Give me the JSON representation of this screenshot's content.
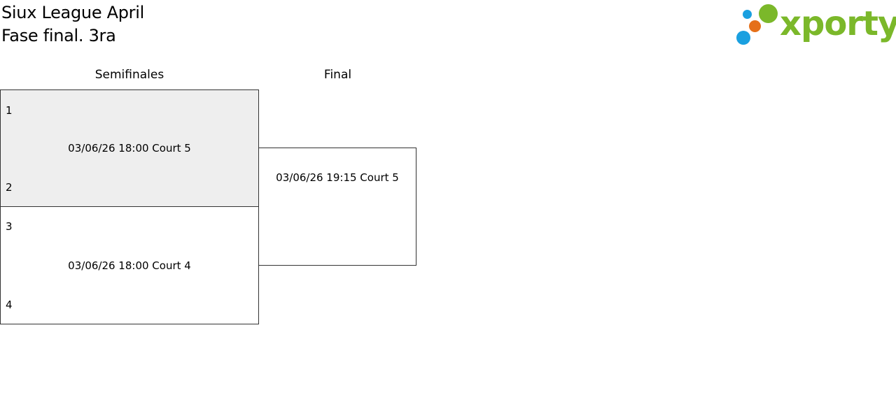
{
  "header": {
    "title_line1": "Siux League April",
    "title_line2": "Fase final. 3ra"
  },
  "logo": {
    "text": "xporty",
    "colors": {
      "text": "#7bb82a",
      "dot_green": "#7bb82a",
      "dot_orange": "#e5701a",
      "dot_blue": "#1aa0e0"
    }
  },
  "rounds": [
    {
      "label": "Semifinales"
    },
    {
      "label": "Final"
    }
  ],
  "matches": {
    "semi1": {
      "team_top": "1",
      "team_bottom": "2",
      "info": "03/06/26 18:00 Court 5",
      "background": "#eeeeee"
    },
    "semi2": {
      "team_top": "3",
      "team_bottom": "4",
      "info": "03/06/26 18:00 Court 4",
      "background": "#ffffff"
    },
    "final": {
      "team_top": "",
      "team_bottom": "",
      "info": "03/06/26 19:15 Court 5",
      "background": "#ffffff"
    }
  }
}
